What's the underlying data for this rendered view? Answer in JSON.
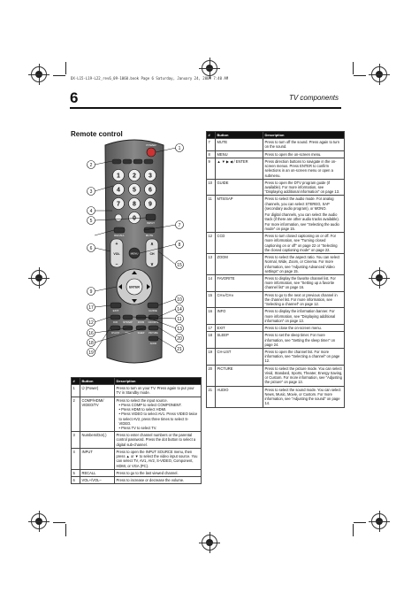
{
  "slug": "DX-L15-L19-L22_rev6_09-1060.book  Page 6  Saturday, January 24, 2009  7:40 AM",
  "page_number": "6",
  "section_title": "TV components",
  "remote_heading": "Remote control",
  "table_headers": {
    "num": "#",
    "button": "Button",
    "description": "Description"
  },
  "remote_callouts": [
    "1",
    "2",
    "3",
    "4",
    "5",
    "6",
    "7",
    "8",
    "9",
    "10",
    "11",
    "12",
    "13",
    "14",
    "15",
    "16",
    "17",
    "18",
    "19",
    "20",
    "21"
  ],
  "remote_labels": {
    "power": "POWER",
    "input": "INPUT",
    "recall": "RECALL",
    "mute": "MUTE",
    "vol": "VOL",
    "ch": "CH",
    "menu": "MENU",
    "enter": "ENTER",
    "exit": "EXIT",
    "guide": "GUIDE",
    "ccd": "CCD",
    "mts": "MTS/SAP",
    "zoom": "ZOOM",
    "favorite": "FAVORITE",
    "ch_list": "CH-LIST",
    "info": "INFO",
    "sleep": "SLEEP",
    "picture": "PICTURE",
    "audio": "AUDIO",
    "digits": [
      "1",
      "2",
      "3",
      "4",
      "5",
      "6",
      "7",
      "8",
      "9",
      "0"
    ]
  },
  "left_rows": [
    {
      "num": "1",
      "button": "⏻ (Power)",
      "desc": [
        "Press to turn on your TV. Press again to put your TV in Standby mode."
      ]
    },
    {
      "num": "2",
      "button": "COMP/HDMI/ VIDEO/TV",
      "desc": [
        "Press to select the input source."
      ],
      "bullets": [
        "Press COMP to select COMPONENT.",
        "Press HDMI to select HDMI.",
        "Press VIDEO to select AV1. Press VIDEO twice to select AV2, press three times to select S-VIDEO.",
        "Press TV to select TV."
      ]
    },
    {
      "num": "3",
      "button": "Numbers/Dot(.)",
      "desc": [
        "Press to enter channel numbers or the parental control password. Press the dot button to select a digital sub-channel."
      ]
    },
    {
      "num": "4",
      "button": "INPUT",
      "desc": [
        "Press to open the INPUT SOURCE menu, then press ▲ or ▼ to select the video input source. You can select TV, AV1, AV2, S-VIDEO, Component, HDMI, or VGA (PC)."
      ]
    },
    {
      "num": "5",
      "button": "RECALL",
      "desc": [
        "Press to go to the last viewed channel."
      ]
    },
    {
      "num": "6",
      "button": "VOL+/VOL–",
      "desc": [
        "Press to increase or decrease the volume."
      ]
    }
  ],
  "right_rows": [
    {
      "num": "7",
      "button": "MUTE",
      "desc": [
        "Press to turn off the sound. Press again to turn on the sound."
      ]
    },
    {
      "num": "8",
      "button": "MENU",
      "desc": [
        "Press to open the on-screen menu."
      ]
    },
    {
      "num": "9",
      "button": "▲ ▼ ▶ ◀ / ENTER",
      "desc": [
        "Press direction buttons to navigate in the on-screen menus. Press ENTER to confirm selections in an on-screen menu or open a submenu."
      ]
    },
    {
      "num": "10",
      "button": "GUIDE",
      "desc": [
        "Press to open the DTV program guide (if available). For more information, see \"Displaying additional information\" on page 13."
      ]
    },
    {
      "num": "11",
      "button": "MTS/SAP",
      "desc": [
        "Press to select the audio mode. For analog channels, you can select STEREO, SAP (secondary audio program), or MONO.",
        "For digital channels, you can select the audio track (if there are other audio tracks available). For more information, see \"Selecting the audio mode\" on page 15."
      ]
    },
    {
      "num": "12",
      "button": "CCD",
      "desc": [
        "Press to turn closed captioning on or off. For more information, see \"Turning closed captioning on or off\" on page 22 or \"Selecting the closed captioning mode\" on page 22."
      ]
    },
    {
      "num": "13",
      "button": "ZOOM",
      "desc": [
        "Press to select the aspect ratio. You can select Normal, Wide, Zoom, or Cinema. For more information, see \"Adjusting Advanced Video settings\" on page 15."
      ]
    },
    {
      "num": "14",
      "button": "FAVORITE",
      "desc": [
        "Press to display the favorite channel list. For more information, see \"Setting up a favorite channel list\" on page 16."
      ]
    },
    {
      "num": "15",
      "button": "CH∧/CH∨",
      "desc": [
        "Press to go to the next or previous channel in the channel list. For more information, see \"Selecting a channel\" on page 12."
      ]
    },
    {
      "num": "16",
      "button": "INFO",
      "desc": [
        "Press to display the information banner. For more information, see \"Displaying additional information\" on page 13."
      ]
    },
    {
      "num": "17",
      "button": "EXIT",
      "desc": [
        "Press to close the on-screen menu."
      ]
    },
    {
      "num": "18",
      "button": "SLEEP",
      "desc": [
        "Press to set the sleep timer. For more information, see \"Setting the sleep timer\" on page 24."
      ]
    },
    {
      "num": "19",
      "button": "CH-LIST",
      "desc": [
        "Press to open the channel list. For more information, see \"Selecting a channel\" on page 12."
      ]
    },
    {
      "num": "20",
      "button": "PICTURE",
      "desc": [
        "Press to select the picture mode. You can select Vivid, Standard, Sports, Theater, Energy Saving, or Custom. For more information, see \"Adjusting the picture\" on page 13."
      ]
    },
    {
      "num": "21",
      "button": "AUDIO",
      "desc": [
        "Press to select the sound mode. You can select News, Music, Movie, or Custom. For more information, see \"Adjusting the sound\" on page 14."
      ]
    }
  ]
}
